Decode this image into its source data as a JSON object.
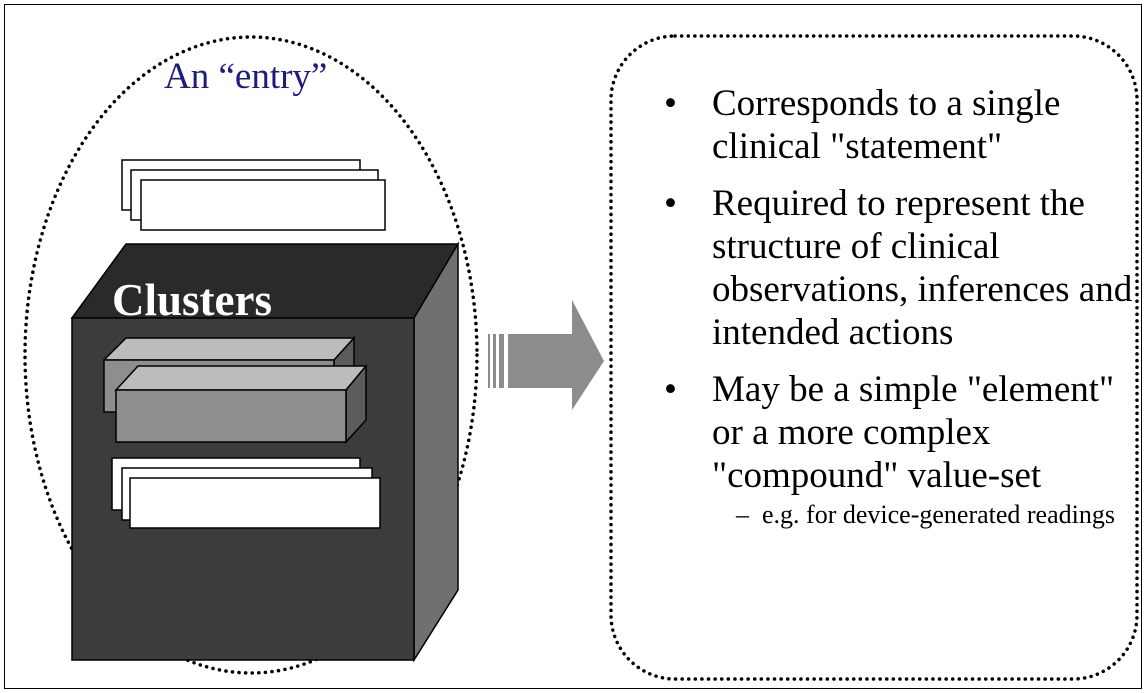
{
  "entry": {
    "label": "An “entry”"
  },
  "clusters": {
    "label": "Clusters"
  },
  "bullets": [
    {
      "marker": "•",
      "text": "Corresponds to a single clinical \"statement\""
    },
    {
      "marker": "•",
      "text": "Required to represent the structure of clinical observations, inferences and intended actions"
    },
    {
      "marker": "•",
      "text": "May be a simple \"element\" or a more complex \"compound\" value-set"
    }
  ],
  "sub_bullet": {
    "marker": "–",
    "text": "e.g. for device-generated readings"
  },
  "colors": {
    "entry_label": "#1c1c80",
    "box_front": "#3c3c3c",
    "box_top": "#2a2a2a",
    "box_side": "#707070",
    "bar_front": "#8e8e8e",
    "arrow": "#8c8c8c"
  }
}
